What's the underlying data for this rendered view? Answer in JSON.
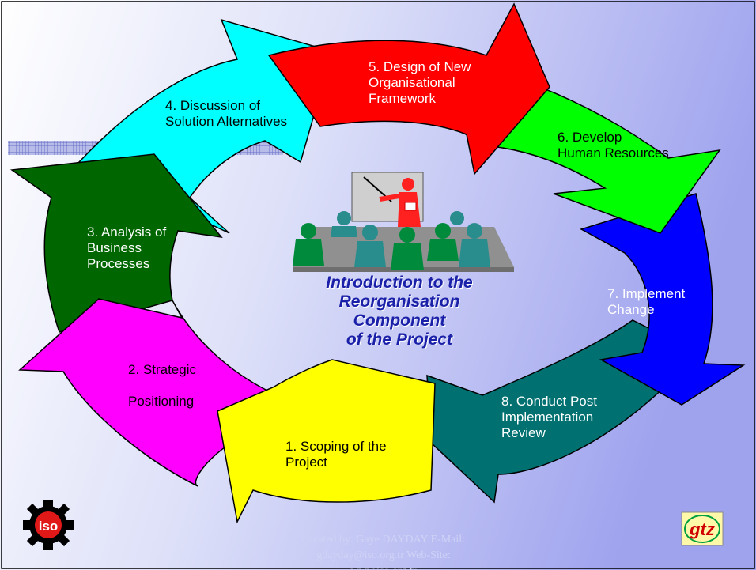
{
  "title": "Introduction to the\nReorganisation\nComponent\nof the Project",
  "steps": [
    {
      "label": "1. Scoping of the\nProject",
      "color": "#ffff00"
    },
    {
      "label": "2. Strategic\n\nPositioning",
      "color": "#ff00ff"
    },
    {
      "label": "3. Analysis of\nBusiness\nProcesses",
      "color": "#006600"
    },
    {
      "label": "4. Discussion of\nSolution Alternatives",
      "color": "#00ffff"
    },
    {
      "label": "5. Design of New\nOrganisational\nFramework",
      "color": "#ff0000"
    },
    {
      "label": "6. Develop\nHuman Resources",
      "color": "#00ff00"
    },
    {
      "label": "7. Implement\nChange",
      "color": "#0000ff"
    },
    {
      "label": "8. Conduct Post\nImplementation\nReview",
      "color": "#007070"
    }
  ],
  "logos": {
    "left": {
      "text": "iso",
      "icon": "iso-gear-logo"
    },
    "right": {
      "text": "gtz",
      "icon": "gtz-logo"
    }
  },
  "footer": "Created by: Gaye DAYDAY  E-Mail:\ngdayday@iso.org.tr    Web-Site:\nwww.iso.org.tr",
  "colors": {
    "background_left": "#ffffff",
    "background_right": "#9fa3ee",
    "title": "#1a20a8"
  }
}
